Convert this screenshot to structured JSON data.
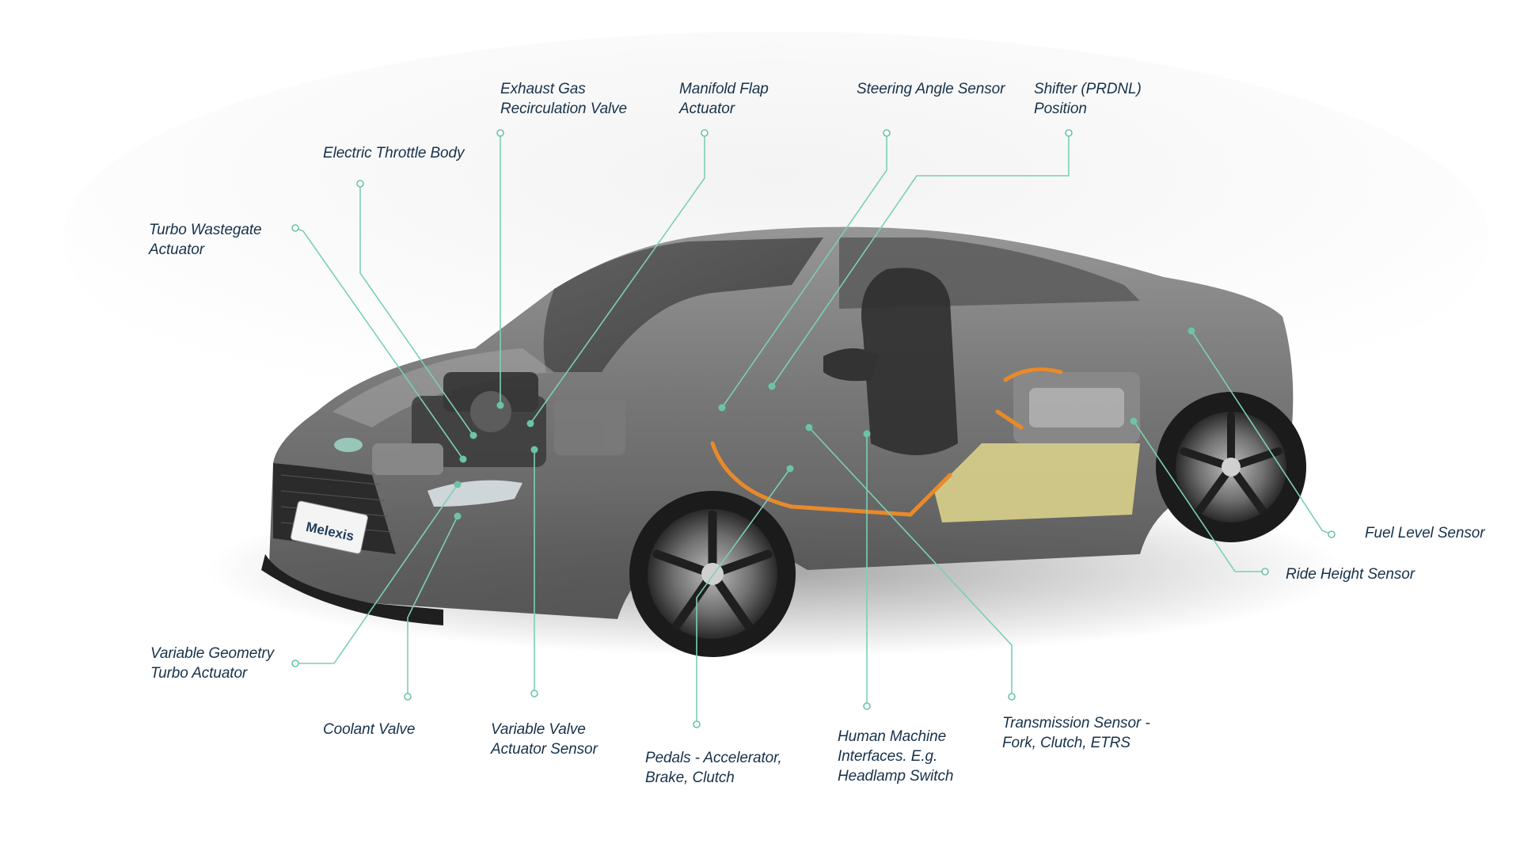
{
  "brand": {
    "plate_text": "Melexis",
    "accent_color": "#6cc3a9",
    "label_color": "#17324a"
  },
  "labels": [
    {
      "id": "exhaust-gas-recirculation-valve",
      "text": "Exhaust Gas\nRecirculation Valve"
    },
    {
      "id": "manifold-flap-actuator",
      "text": "Manifold Flap\nActuator"
    },
    {
      "id": "steering-angle-sensor",
      "text": "Steering Angle Sensor"
    },
    {
      "id": "shifter-prdnl-position",
      "text": "Shifter (PRDNL)\nPosition"
    },
    {
      "id": "electric-throttle-body",
      "text": "Electric Throttle Body"
    },
    {
      "id": "turbo-wastegate-actuator",
      "text": "Turbo Wastegate\nActuator"
    },
    {
      "id": "fuel-level-sensor",
      "text": "Fuel Level Sensor"
    },
    {
      "id": "ride-height-sensor",
      "text": "Ride Height Sensor"
    },
    {
      "id": "variable-geometry-turbo-actuator",
      "text": "Variable Geometry\nTurbo Actuator"
    },
    {
      "id": "coolant-valve",
      "text": "Coolant Valve"
    },
    {
      "id": "variable-valve-actuator-sensor",
      "text": "Variable Valve\nActuator Sensor"
    },
    {
      "id": "pedals",
      "text": "Pedals - Accelerator,\nBrake, Clutch"
    },
    {
      "id": "human-machine-interfaces",
      "text": "Human Machine\nInterfaces. E.g.\nHeadlamp Switch"
    },
    {
      "id": "transmission-sensor",
      "text": "Transmission Sensor -\nFork, Clutch, ETRS"
    }
  ]
}
